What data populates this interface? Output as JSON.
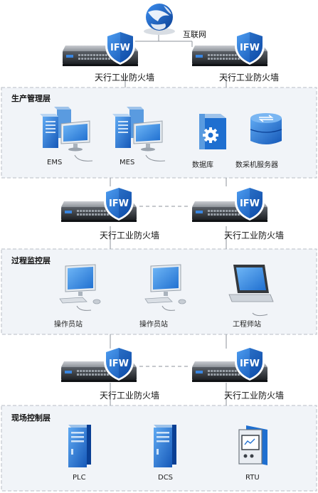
{
  "internet": {
    "label": "互联网",
    "icon": "globe-icon"
  },
  "firewall": {
    "badge": "IFW",
    "label": "天行工业防火墙",
    "shield_color": "#1f6fd0"
  },
  "zones": [
    {
      "title": "生产管理层",
      "devices": [
        {
          "label": "EMS",
          "icon": "server-workstation-icon"
        },
        {
          "label": "MES",
          "icon": "server-workstation-icon"
        },
        {
          "label": "数据库",
          "icon": "database-gear-icon"
        },
        {
          "label": "数采机服务器",
          "icon": "data-collection-server-icon"
        }
      ]
    },
    {
      "title": "过程监控层",
      "devices": [
        {
          "label": "操作员站",
          "icon": "desktop-computer-icon"
        },
        {
          "label": "操作员站",
          "icon": "desktop-computer-icon"
        },
        {
          "label": "工程师站",
          "icon": "laptop-icon"
        }
      ]
    },
    {
      "title": "现场控制层",
      "devices": [
        {
          "label": "PLC",
          "icon": "plc-cabinet-icon"
        },
        {
          "label": "DCS",
          "icon": "dcs-cabinet-icon"
        },
        {
          "label": "RTU",
          "icon": "rtu-terminal-icon"
        }
      ]
    }
  ],
  "colors": {
    "zone_bg": "#f1f4f8",
    "zone_border": "#b9bec6",
    "line": "#8d939b",
    "blue": "#1f6fd0",
    "dark_blue": "#0b3f8f"
  }
}
